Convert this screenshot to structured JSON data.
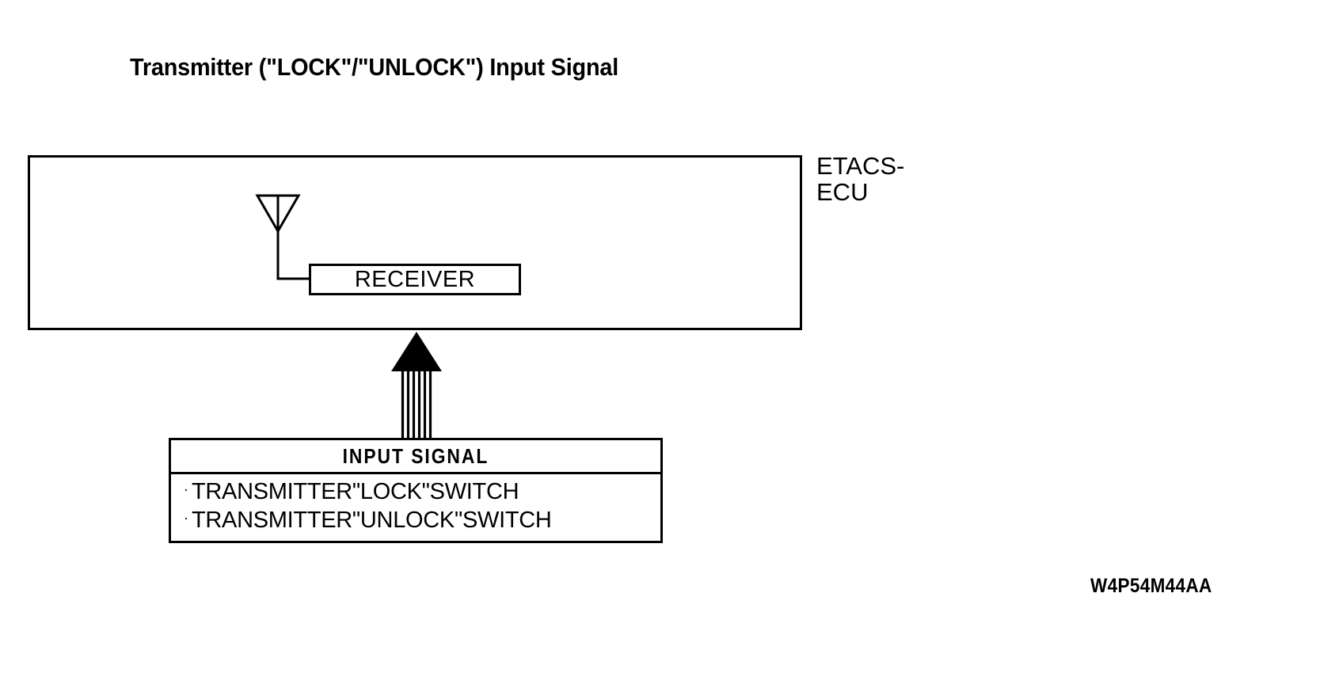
{
  "title": "Transmitter (\"LOCK\"/\"UNLOCK\") Input Signal",
  "ecu": {
    "label": "ETACS-\nECU",
    "label_line1": "ETACS-",
    "label_line2": "ECU",
    "receiver_label": "RECEIVER",
    "antenna_icon": "antenna-icon"
  },
  "arrow": {
    "icon": "striped-block-arrow-up-icon",
    "direction": "up",
    "stripe_count": 8
  },
  "signal_table": {
    "header": "INPUT SIGNAL",
    "bullet": "·",
    "rows": [
      {
        "text": "TRANSMITTER\"LOCK\"SWITCH"
      },
      {
        "text": "TRANSMITTER\"UNLOCK\"SWITCH"
      }
    ]
  },
  "drawing_code": "W4P54M44AA",
  "colors": {
    "ink": "#000000",
    "background": "#ffffff"
  }
}
